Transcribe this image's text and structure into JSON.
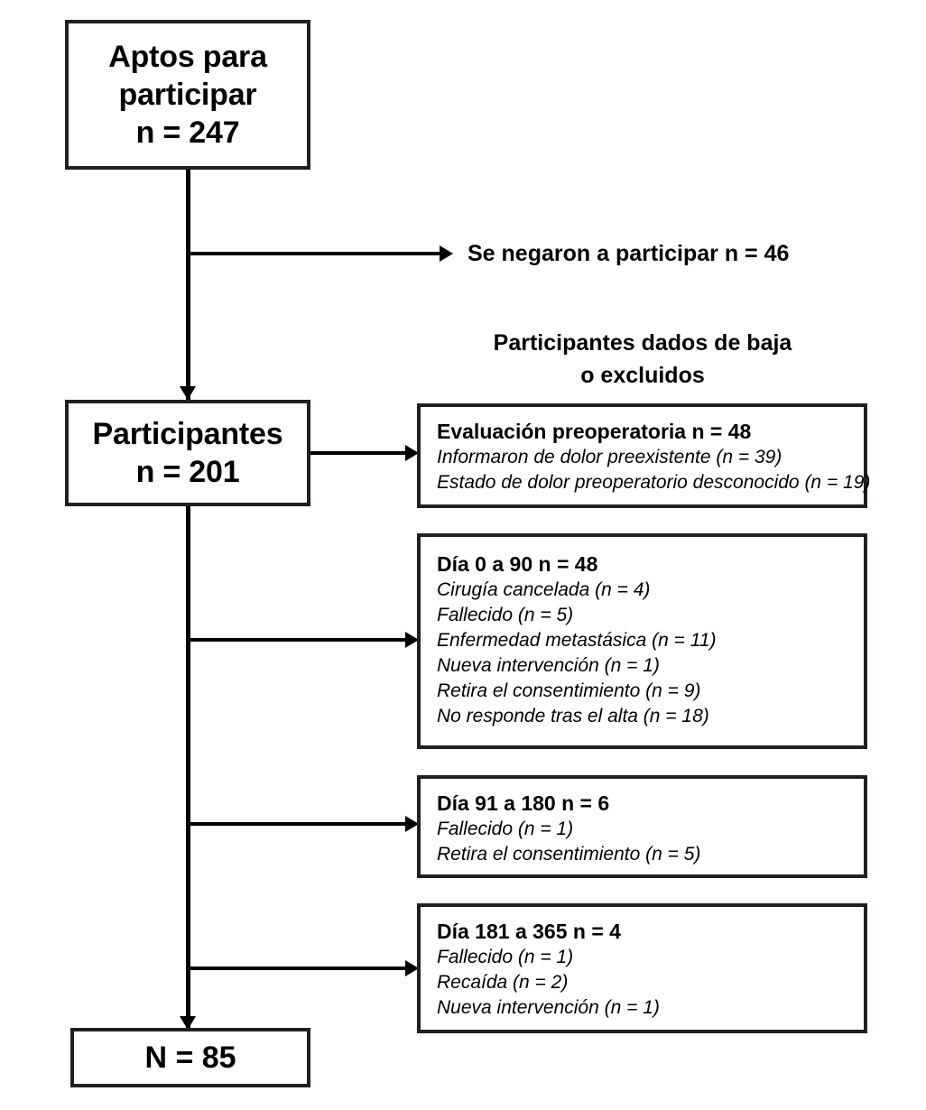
{
  "diagram": {
    "type": "participant-flow-diagram",
    "language": "es",
    "line_color": "#000000",
    "box_border_color": "#231f20",
    "background": "#ffffff"
  },
  "nodes": {
    "eligible": {
      "line1": "Aptos para",
      "line2": "participar",
      "line3": "n = 247"
    },
    "participants": {
      "line1": "Participantes",
      "line2": "n = 201"
    },
    "final": {
      "line1": "N = 85"
    }
  },
  "branches": {
    "refused": {
      "label": "Se negaron a participar n = 46"
    },
    "excluded_header": {
      "line1": "Participantes dados de baja",
      "line2": "o excluidos"
    }
  },
  "exclusion_boxes": [
    {
      "title": "Evaluación preoperatoria n = 48",
      "items": [
        "Informaron de dolor preexistente (n = 39)",
        "Estado de dolor preoperatorio desconocido (n = 19)"
      ]
    },
    {
      "title": "Día 0 a 90 n = 48",
      "items": [
        "Cirugía cancelada (n = 4)",
        "Fallecido (n = 5)",
        "Enfermedad metastásica (n = 11)",
        "Nueva intervención (n = 1)",
        "Retira el consentimiento (n = 9)",
        "No responde tras el alta (n = 18)"
      ]
    },
    {
      "title": "Día 91 a 180 n = 6",
      "items": [
        "Fallecido (n = 1)",
        "Retira el consentimiento (n = 5)"
      ]
    },
    {
      "title": "Día 181 a 365 n = 4",
      "items": [
        "Fallecido (n = 1)",
        "Recaída (n = 2)",
        "Nueva intervención (n = 1)"
      ]
    }
  ]
}
